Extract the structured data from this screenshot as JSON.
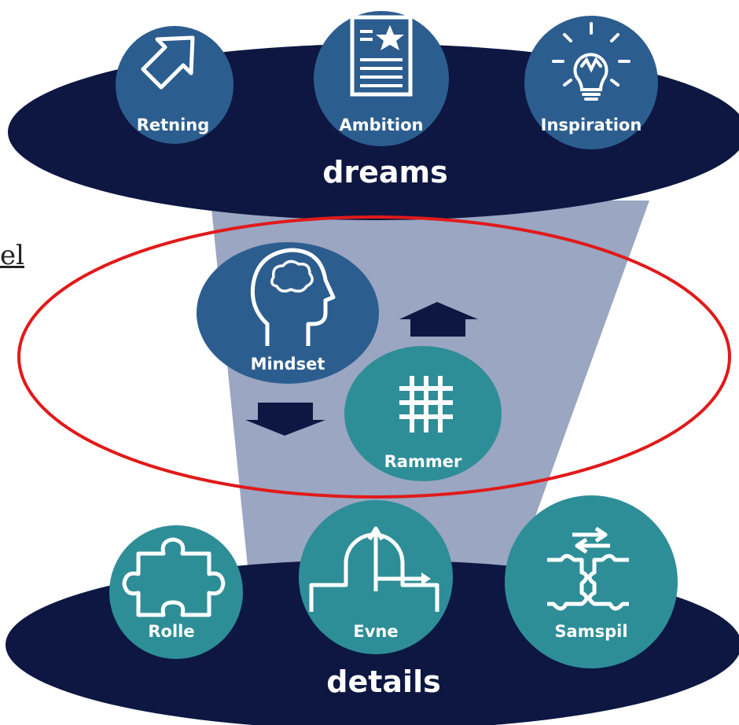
{
  "colors": {
    "navy": "#0d1742",
    "circle_blue": "#2c5d8f",
    "circle_teal": "#2e8e98",
    "funnel": "#9aa6c2",
    "arrow": "#0d1742",
    "highlight_ring": "#e11a1a",
    "icon_stroke": "#ffffff"
  },
  "top_ellipse": {
    "label": "dreams"
  },
  "bottom_ellipse": {
    "label": "details"
  },
  "top_circles": [
    {
      "label": "Retning",
      "icon": "arrow-up-right-icon"
    },
    {
      "label": "Ambition",
      "icon": "document-star-icon"
    },
    {
      "label": "Inspiration",
      "icon": "lightbulb-icon"
    }
  ],
  "middle_circles": [
    {
      "label": "Mindset",
      "icon": "head-brain-icon"
    },
    {
      "label": "Rammer",
      "icon": "grid-icon"
    }
  ],
  "bottom_circles": [
    {
      "label": "Rolle",
      "icon": "puzzle-piece-icon"
    },
    {
      "label": "Evne",
      "icon": "compass-axis-icon"
    },
    {
      "label": "Samspil",
      "icon": "connected-puzzles-icon"
    }
  ],
  "edge_text": "el"
}
